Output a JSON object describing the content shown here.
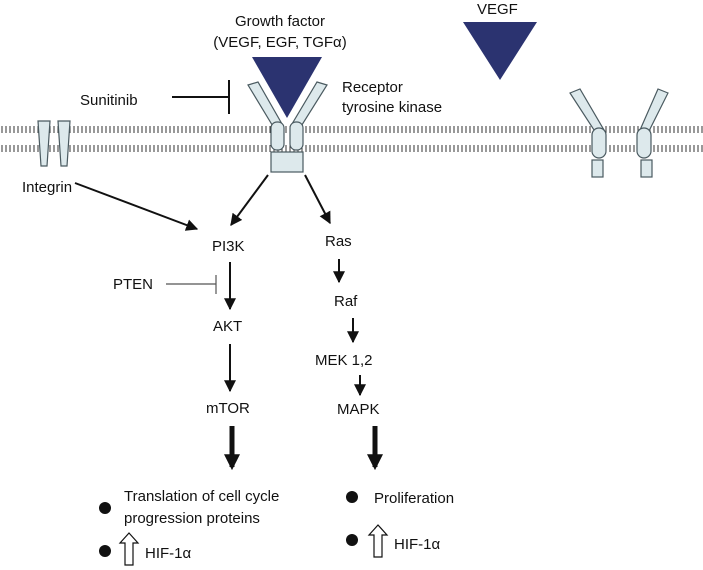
{
  "title": "",
  "growth_factor": {
    "line1": "Growth factor",
    "line2": "(VEGF, EGF, TGFα)"
  },
  "vegf_label": "VEGF",
  "receptor": {
    "line1": "Receptor",
    "line2": "tyrosine kinase"
  },
  "inhibitor": "Sunitinib",
  "integrin": "Integrin",
  "pi3k_pathway": {
    "pi3k": "PI3K",
    "pten": "PTEN",
    "akt": "AKT",
    "mtor": "mTOR"
  },
  "ras_pathway": {
    "ras": "Ras",
    "raf": "Raf",
    "mek": "MEK 1,2",
    "mapk": "MAPK"
  },
  "outcomes_left": {
    "translation_line1": "Translation of cell cycle",
    "translation_line2": "progression proteins",
    "hif": "HIF-1α"
  },
  "outcomes_right": {
    "proliferation": "Proliferation",
    "hif": "HIF-1α"
  },
  "colors": {
    "ligand": "#2b3370",
    "receptor_fill": "#dde9ec",
    "receptor_stroke": "#4a5a60",
    "membrane": "#333333",
    "arrow": "#111111"
  },
  "icons": [
    "ligand-triangle-icon",
    "receptor-icon",
    "integrin-icon",
    "inhibition-bar-icon",
    "arrow-icon",
    "up-arrow-icon",
    "bullet-icon"
  ]
}
